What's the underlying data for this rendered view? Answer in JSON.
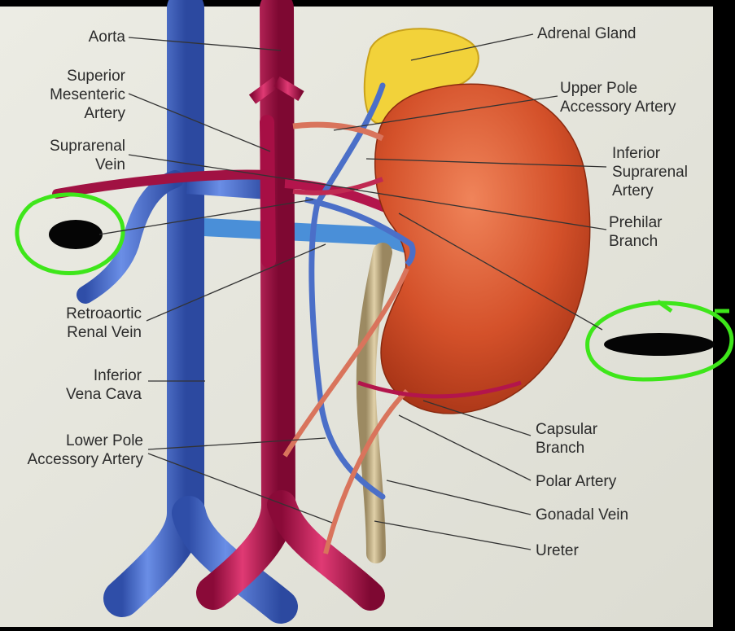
{
  "diagram": {
    "labels": {
      "aorta": "Aorta",
      "superior_mesenteric_artery": "Superior\nMesenteric\nArtery",
      "suprarenal_vein": "Suprarenal\nVein",
      "retroaortic_renal_vein": "Retroaortic\nRenal Vein",
      "inferior_vena_cava": "Inferior\nVena Cava",
      "lower_pole_accessory_artery": "Lower Pole\nAccessory Artery",
      "adrenal_gland": "Adrenal Gland",
      "upper_pole_accessory_artery": "Upper Pole\nAccessory Artery",
      "inferior_suprarenal_artery": "Inferior\nSuprarenal\nArtery",
      "prehilar_branch": "Prehilar\nBranch",
      "capsular_branch": "Capsular\nBranch",
      "polar_artery": "Polar Artery",
      "gonadal_vein": "Gonadal Vein",
      "ureter": "Ureter"
    },
    "colors": {
      "background": "#e6e6de",
      "vein": "#4a6cc4",
      "artery": "#b8124e",
      "kidney": "#d4512a",
      "adrenal": "#f2d23a",
      "ureter": "#c8b48a",
      "renal_vein_blue": "#4a8fd8",
      "highlight_circle": "#3ee61a",
      "redaction": "#050505"
    }
  }
}
